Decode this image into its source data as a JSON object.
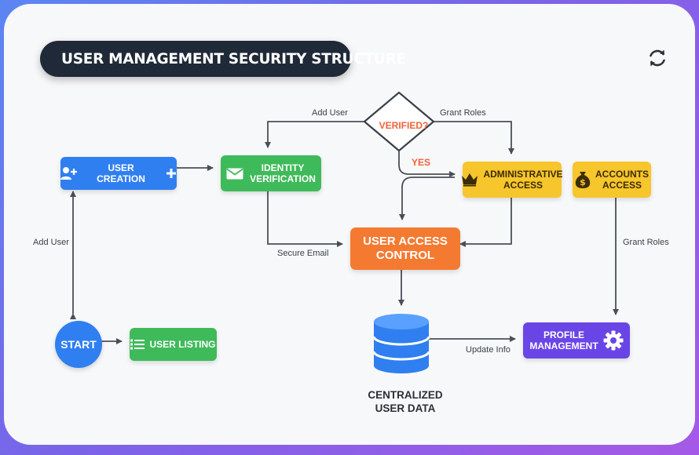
{
  "title": "USER MANAGEMENT SECURITY STRUCTURE",
  "colors": {
    "blue": "#2f7ff0",
    "green": "#3fba5a",
    "yellow": "#f7c52c",
    "orange": "#f47a32",
    "purple": "#6a45e6",
    "decision_text": "#f0623a",
    "arrow": "#4a4f58"
  },
  "nodes": {
    "user_creation": "USER CREATION",
    "identity_verification": [
      "IDENTITY",
      "VERIFICATION"
    ],
    "verified_decision": "VERIFIED?",
    "administrative_access": [
      "ADMINISTRATIVE",
      "ACCESS"
    ],
    "accounts_access": [
      "ACCOUNTS",
      "ACCESS"
    ],
    "user_access_control": [
      "USER ACCESS",
      "CONTROL"
    ],
    "start": "START",
    "user_listing": "USER LISTING",
    "centralized_user_data": [
      "CENTRALIZED",
      "USER DATA"
    ],
    "profile_management": [
      "PROFILE",
      "MANAGEMENT"
    ]
  },
  "edge_labels": {
    "add_user_top": "Add User",
    "grant_roles_top": "Grant Roles",
    "yes": "YES",
    "add_user_left": "Add User",
    "secure_email": "Secure Email",
    "grant_roles_right": "Grant Roles",
    "update_info": "Update Info"
  },
  "icons": {
    "title": "shield-icon",
    "refresh": "refresh-icon",
    "user_creation": "user-add-icon",
    "user_creation_trailing": "plus-icon",
    "identity": "envelope-icon",
    "admin": "crown-icon",
    "accounts": "money-bag-icon",
    "user_listing": "list-icon",
    "profile": "gear-icon",
    "database": "database-icon"
  }
}
